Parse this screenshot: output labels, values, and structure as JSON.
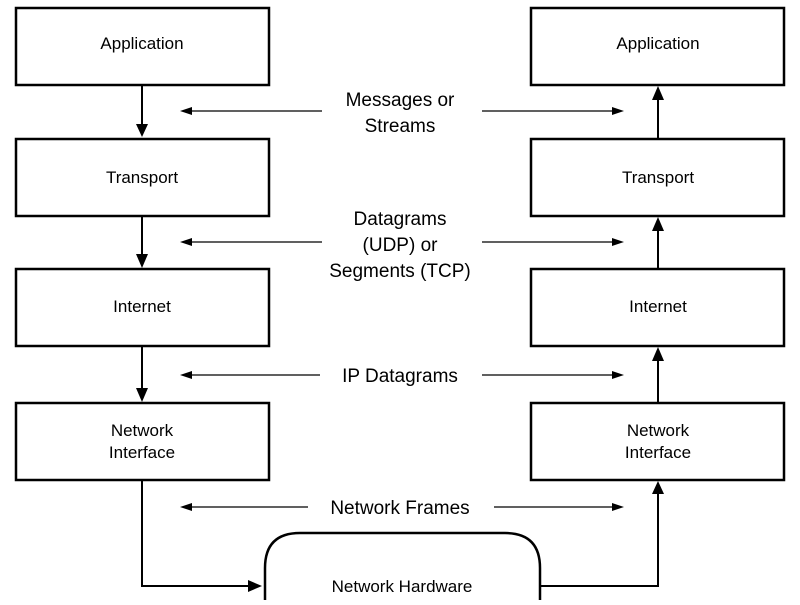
{
  "left_stack": {
    "application": "Application",
    "transport": "Transport",
    "internet": "Internet",
    "network_interface": [
      "Network",
      "Interface"
    ]
  },
  "right_stack": {
    "application": "Application",
    "transport": "Transport",
    "internet": "Internet",
    "network_interface": [
      "Network",
      "Interface"
    ]
  },
  "exchanges": {
    "application": [
      "Messages or",
      "Streams"
    ],
    "transport": [
      "Datagrams",
      "(UDP) or",
      "Segments (TCP)"
    ],
    "internet": "IP Datagrams",
    "network_interface": "Network Frames"
  },
  "hardware": "Network Hardware"
}
